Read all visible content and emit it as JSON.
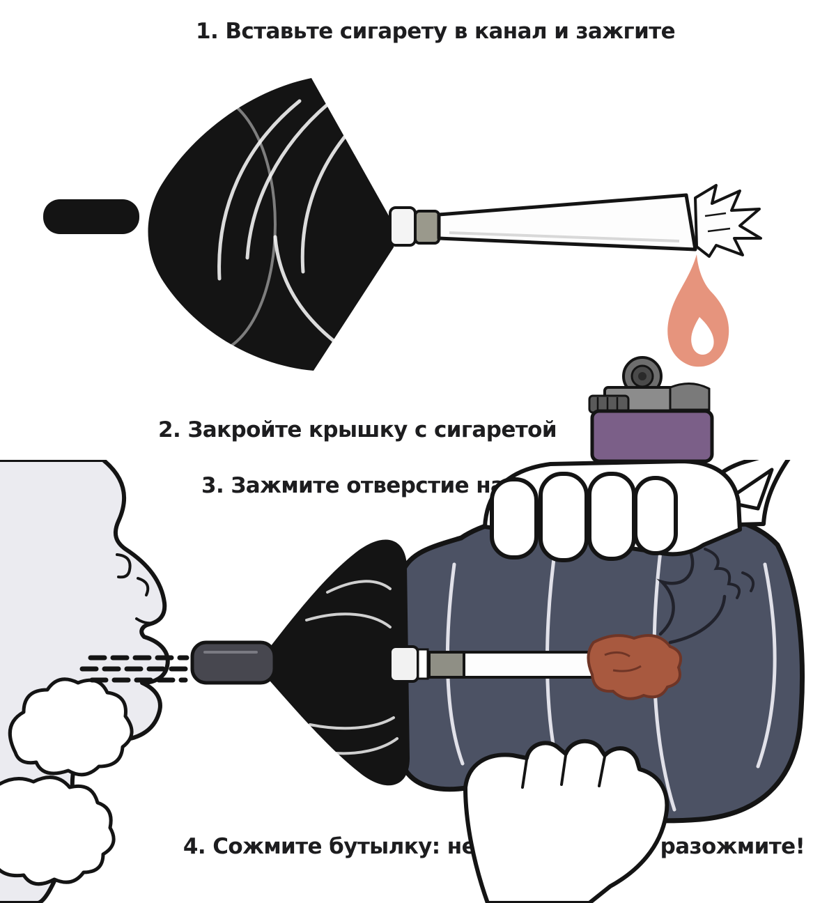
{
  "steps": [
    {
      "label": "1. Вставьте сигарету в канал и зажгите"
    },
    {
      "label": "2. Закройте крышку с сигаретой"
    },
    {
      "label": "3. Зажмите отверстие на бутылке"
    },
    {
      "label": "4. Сожмите бутылку: не открывая его, разожмите!"
    }
  ],
  "colors": {
    "background": "#ffffff",
    "ink": "#141414",
    "text": "#1d1d1f",
    "flame": "#e6947d",
    "flame_core": "#ffffff",
    "lighter_body": "#8c8c8c",
    "lighter_base": "#7b5f88",
    "bottle": "#4c5264",
    "bottle_highlight": "#e9e9f0",
    "ember": "#a8593f",
    "face": "#ebebf0",
    "cigarette": "#fdfdfd",
    "filter_band": "#8f8f85"
  }
}
